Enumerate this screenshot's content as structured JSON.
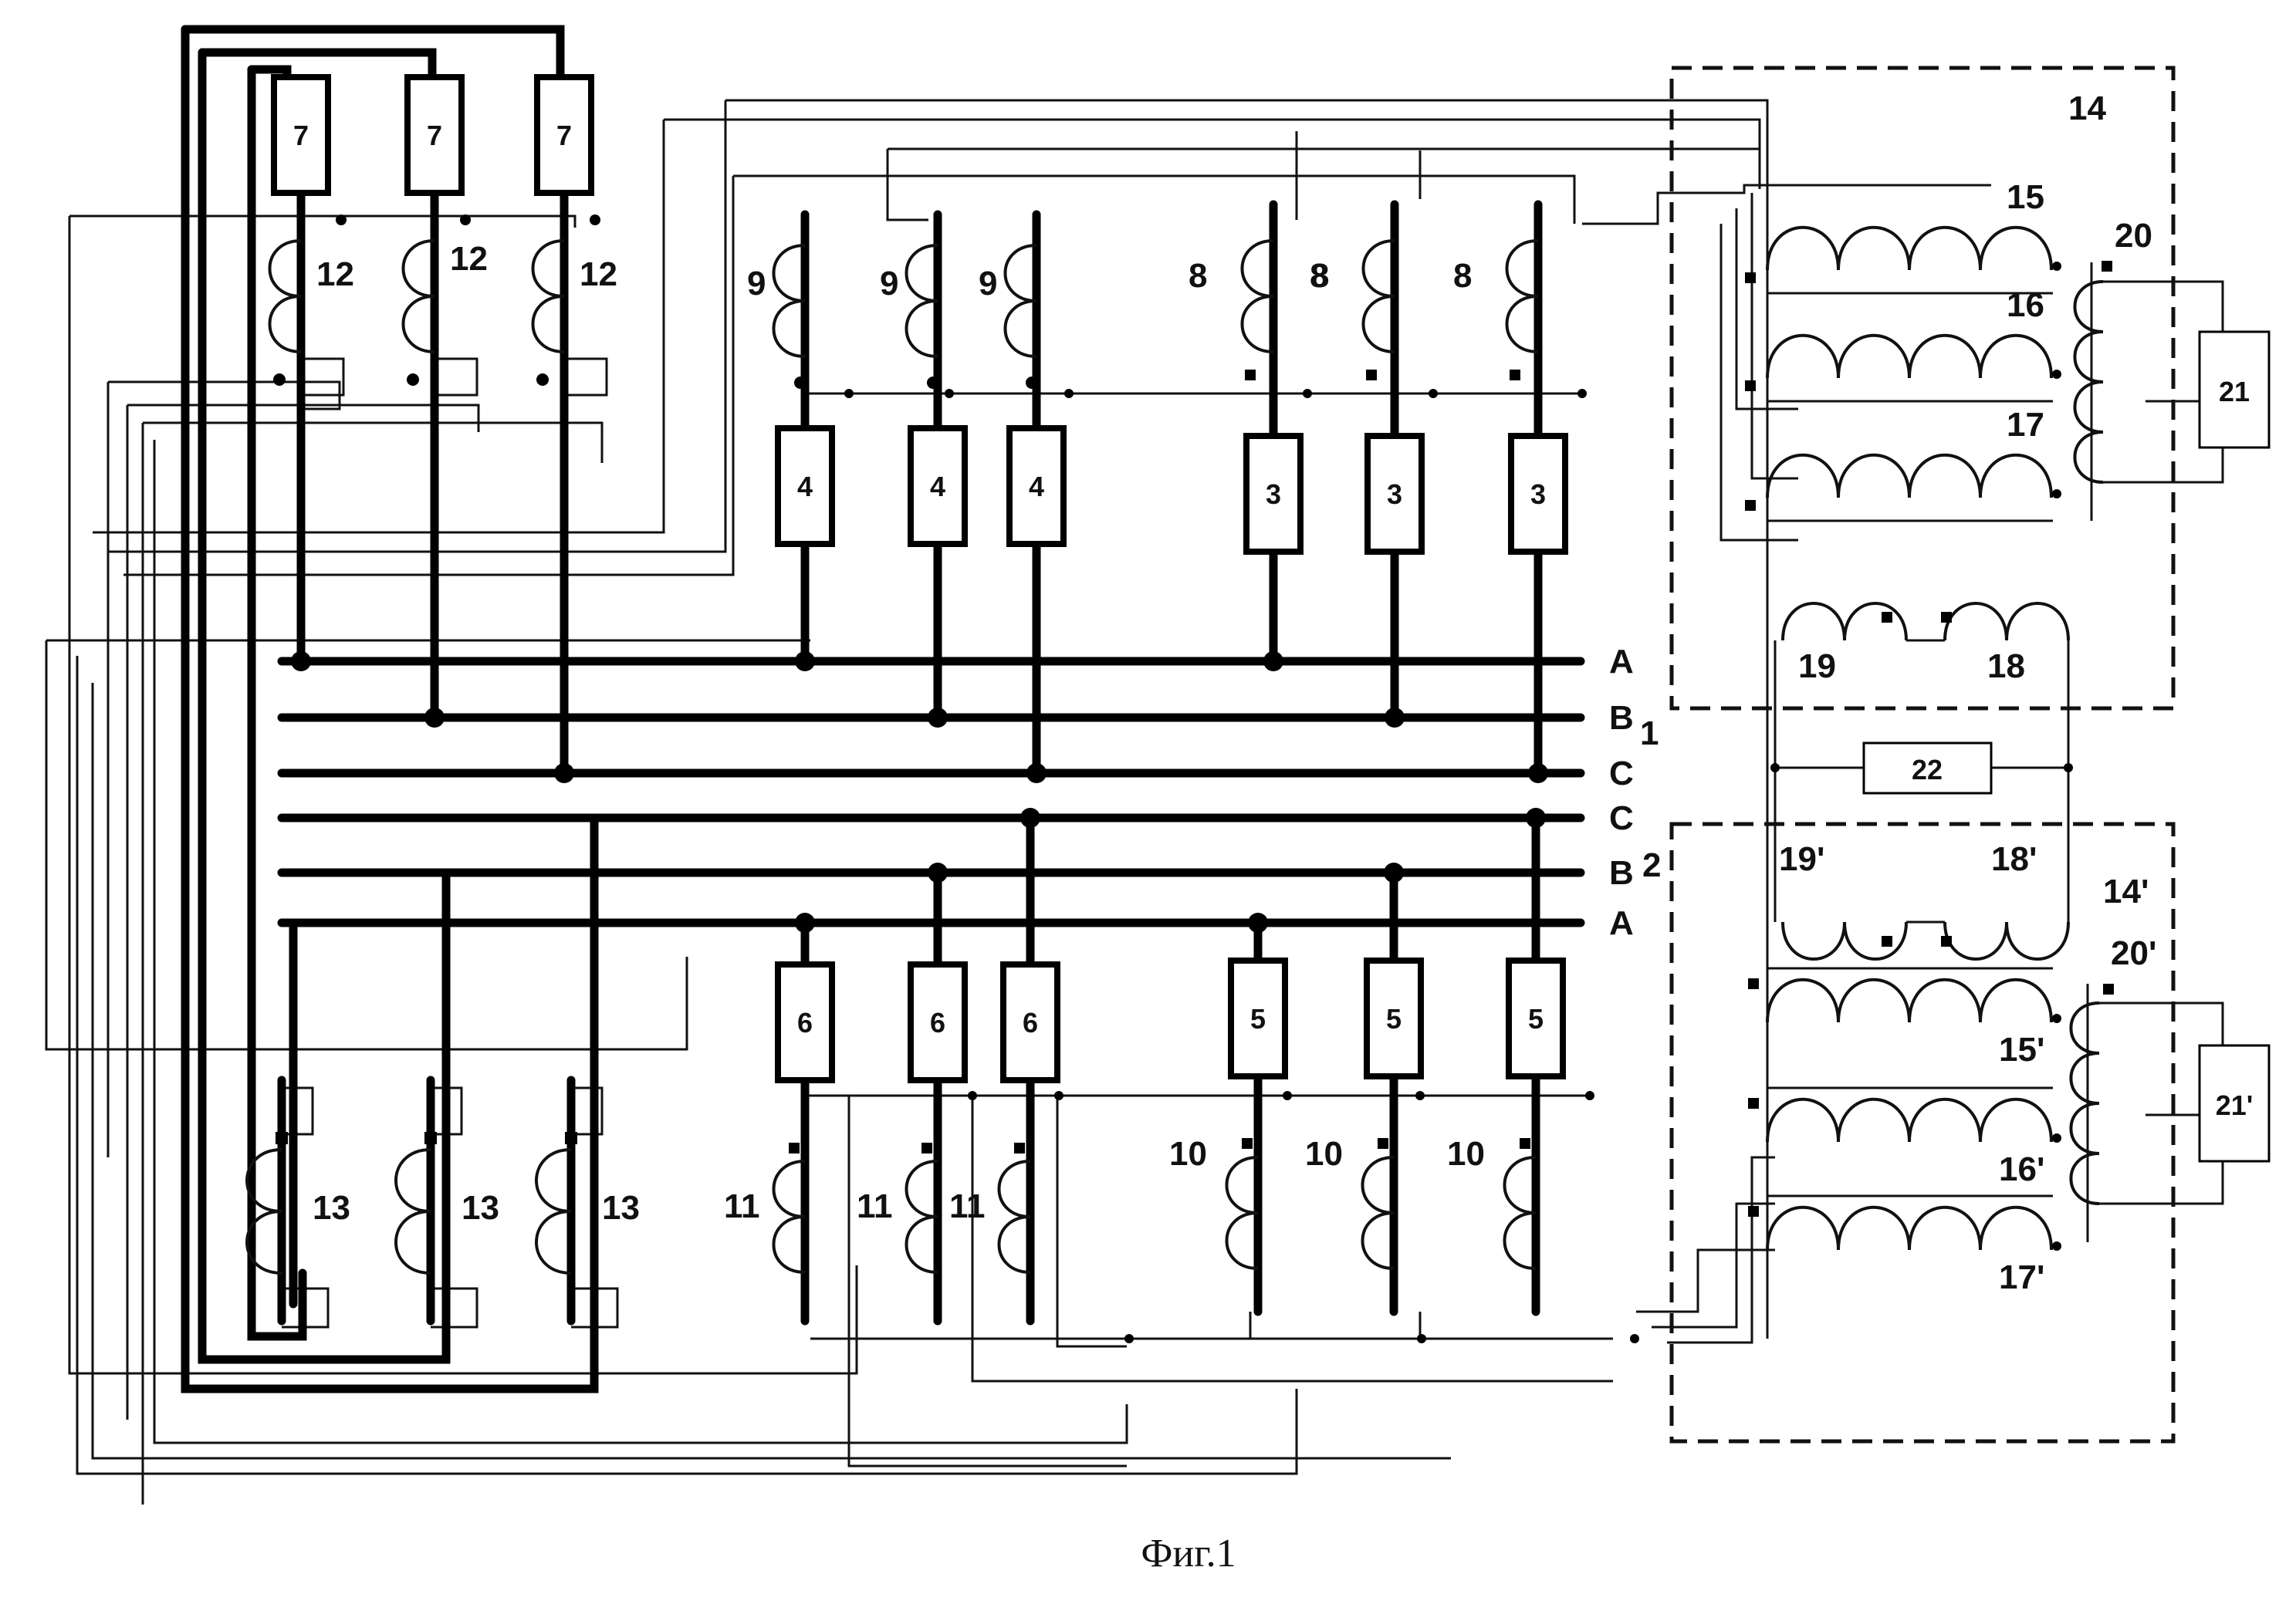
{
  "figure": {
    "caption": "Фиг.1"
  },
  "bus_upper": {
    "number": "1",
    "phases": [
      "A",
      "B",
      "C"
    ]
  },
  "bus_lower": {
    "number": "2",
    "phases": [
      "C",
      "B",
      "A"
    ]
  },
  "labels": {
    "block_7": "7",
    "block_4": "4",
    "block_3": "3",
    "block_6": "6",
    "block_5": "5",
    "coil_12": "12",
    "coil_9": "9",
    "coil_8": "8",
    "coil_13": "13",
    "coil_11": "11",
    "coil_10": "10",
    "unit_14": "14",
    "unit_14p": "14'",
    "w15": "15",
    "w16": "16",
    "w17": "17",
    "w18": "18",
    "w19": "19",
    "w20": "20",
    "w15p": "15'",
    "w16p": "16'",
    "w17p": "17'",
    "w18p": "18'",
    "w19p": "19'",
    "w20p": "20'",
    "load_21": "21",
    "load_21p": "21'",
    "r_22": "22"
  }
}
